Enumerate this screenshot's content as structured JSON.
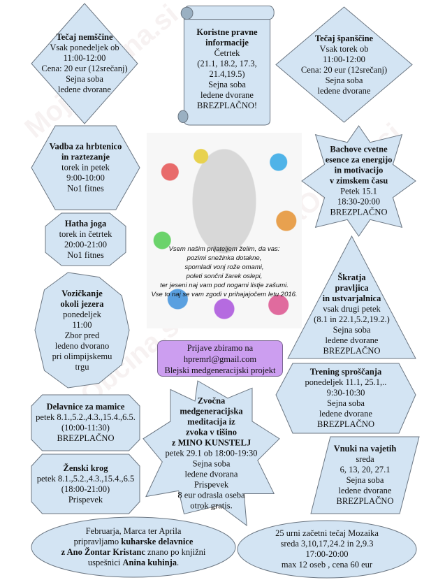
{
  "watermark": "MojaObčina.si",
  "boxes": {
    "nemscina": {
      "title": "Tečaj nemščine",
      "lines": [
        "Vsak ponedeljek ob",
        "11:00-12:00",
        "Cena: 20 eur (12srečanj)",
        "Sejna soba",
        "ledene dvorane"
      ]
    },
    "pravne": {
      "title1": "Koristne pravne",
      "title2": "informacije",
      "lines": [
        "Četrtek",
        "(21.1, 18.2, 17.3,",
        "21.4,19.5)",
        "Sejna soba",
        "ledene dvorane",
        "BREZPLAČNO!"
      ]
    },
    "spanscina": {
      "title": "Tečaj španščine",
      "lines": [
        "Vsak torek ob",
        "11:00-12:00",
        "Cena: 20 eur (12srečanj)",
        "Sejna soba",
        "ledene dvorane"
      ]
    },
    "vadba": {
      "title1": "Vadba za hrbtenico",
      "title2": "in raztezanje",
      "lines": [
        "torek in petek",
        "9:00-10:00",
        "No1 fitnes"
      ]
    },
    "hatha": {
      "title": "Hatha joga",
      "lines": [
        "torek in četrtek",
        "20:00-21:00",
        "No1 fitnes"
      ]
    },
    "vozickanje": {
      "title1": "Vozičkanje",
      "title2": "okoli jezera",
      "lines": [
        "ponedeljek",
        "11:00",
        "Zbor pred",
        "ledeno dvorano",
        "pri olimpijskemu",
        "trgu"
      ]
    },
    "bachove": {
      "title1": "Bachove cvetne",
      "title2": "esence za energijo",
      "title3": "in motivacijo",
      "title4": "v zimskem času",
      "lines": [
        "Petek 15.1",
        "18:30-20:00",
        "BREZPLAČNO"
      ]
    },
    "skratja": {
      "title1": "Škratja",
      "title2": "pravljica",
      "title3": "in ustvarjalnica",
      "lines": [
        "vsak drugi petek",
        "(8.1 in 22.1,5.2,19.2.)",
        "Sejna soba",
        "ledene dvorane",
        "BREZPLAČNO"
      ]
    },
    "trening": {
      "title": "Trening sproščanja",
      "lines": [
        "ponedeljek 11.1, 25.1,..",
        "9:30-10:30",
        "Sejna soba",
        "ledene dvorane",
        "BREZPLAČNO"
      ]
    },
    "mamice": {
      "title": "Delavnice za mamice",
      "lines": [
        "petek 8.1.,5.2.,4.3.,15.4.,6.5.",
        "(10:00-11:30)",
        "BREZPLAČNO"
      ]
    },
    "zenski": {
      "title": "Ženski krog",
      "lines": [
        "petek 8.1.,5.2.,4.3.,15.4.,6.5",
        "(18:00-21:00)",
        "Prispevek"
      ]
    },
    "zvocna": {
      "title1": "Zvočna",
      "title2": "medgeneracijska",
      "title3": "meditacija iz",
      "title4": "zvoka v tišino",
      "title5": "z MINO KUNSTELJ",
      "lines": [
        "petek 29.1 ob 18:00-19:30",
        "Sejna soba",
        "ledene dvorana",
        "Prispevek",
        "8 eur odrasla oseba",
        "otrok gratis."
      ]
    },
    "vnuki": {
      "title": "Vnuki na vajetih",
      "lines": [
        "sreda",
        "6, 13, 20, 27.1",
        "Sejna soba",
        "ledene dvorane",
        "BREZPLAČNO"
      ]
    },
    "kuharske": {
      "l1": "Februarja, Marca ter Aprila",
      "l2a": "pripravljamo ",
      "l2b": "kuharske delavnice",
      "l3a": "z Ano Žontar Kristanc",
      "l3b": " znano po knjižni",
      "l4a": "uspešnici ",
      "l4b": "Anina kuhinja",
      "l4c": "."
    },
    "mozaik": {
      "lines": [
        "25 urni začetni tečaj Mozaika",
        "sreda 3,10,17,24.2 in 2,9.3",
        "17:00-20:00",
        "max 12 oseb , cena 60 eur"
      ]
    }
  },
  "poem": [
    "Vsem našim prijateljem želim, da vas:",
    "pozimi snežinka dotakne,",
    "spomladi vonj rože omami,",
    "poleti sončni žarek oslepi,",
    "ter jeseni naj vam pod nogami listje zašumi.",
    "Vse to naj se vam zgodi v prihajajočem letu 2016."
  ],
  "signup": {
    "line1": "Prijave zbiramo na",
    "email": "hpremrl@gmail.com",
    "line3": "Blejski medgeneracijski projekt"
  }
}
